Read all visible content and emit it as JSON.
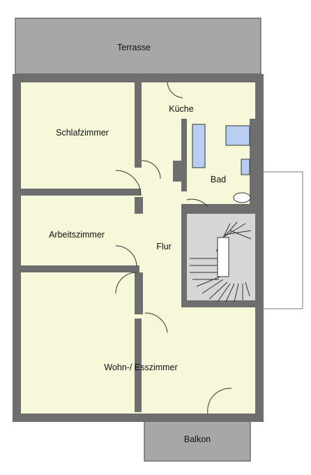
{
  "floorplan": {
    "rooms": {
      "terrace": "Terrasse",
      "kitchen": "Küche",
      "bedroom": "Schlafzimmer",
      "bathroom": "Bad",
      "study": "Arbeitszimmer",
      "hallway": "Flur",
      "living_dining": "Wohn-/ Esszimmer",
      "balcony": "Balkon"
    }
  },
  "colors": {
    "wall": "#6e6e6e",
    "floor": "#f7f7d9",
    "terrace": "#a7a7a7",
    "stair": "#d6d6d6",
    "fixture": "#b8cff2",
    "line": "#333333"
  }
}
